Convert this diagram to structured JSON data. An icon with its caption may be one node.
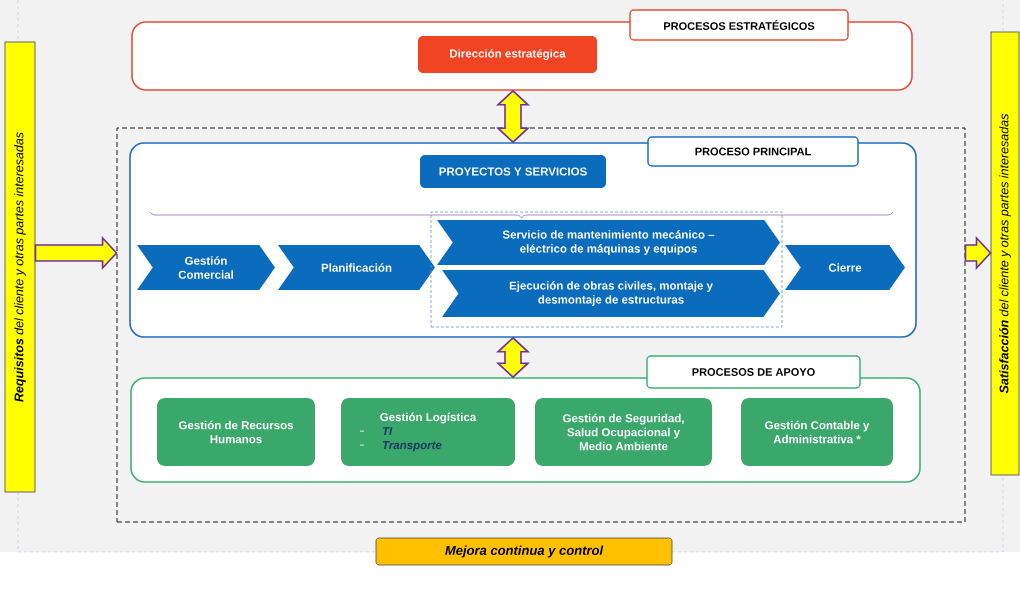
{
  "diagram": {
    "nodes": [
      {
        "text": [
          "**Requisitos** del cliente y otras partes interesadas"
        ]
      },
      {
        "text": [
          "PROCESOS ESTRATÉGICOS"
        ]
      },
      {
        "text": [
          "Dirección estratégica"
        ],
        "in": 1
      },
      {
        "text": [],
        "shape": "box"
      },
      {
        "text": [
          "PROCESO PRINCIPAL"
        ],
        "in": 3
      },
      {
        "text": [
          "PROYECTOS Y SERVICIOS"
        ],
        "in": 4
      },
      {
        "text": [
          "Gestión Comercial"
        ],
        "in": 4
      },
      {
        "text": [
          "Planificación"
        ],
        "in": 4
      },
      {
        "text": [],
        "shape": "box",
        "in": 4
      },
      {
        "text": [
          "Servicio de mantenimiento mecánico – eléctrico de máquinas y equipos"
        ],
        "in": 8
      },
      {
        "text": [
          "Ejecución de obras civiles, montaje y desmontaje de estructuras"
        ],
        "in": 8
      },
      {
        "text": [
          "Cierre"
        ],
        "in": 4
      },
      {
        "text": [
          "PROCESOS DE APOYO"
        ],
        "in": 3
      },
      {
        "text": [
          "Gestión de Recursos Humanos"
        ],
        "in": 12
      },
      {
        "text": [
          "Gestión Logística",
          "TI",
          "Transporte"
        ],
        "in": 12
      },
      {
        "text": [
          "Gestión de Seguridad, Salud Ocupacional y Medio Ambiente"
        ],
        "in": 12
      },
      {
        "text": [
          "Gestión Contable y Administrativa *"
        ],
        "in": 12
      },
      {
        "text": [
          "**Satisfacción** del cliente y otras partes interesadas"
        ]
      },
      {
        "text": [
          "Mejora continua y control"
        ]
      }
    ],
    "edges": [
      {
        "from": 0,
        "to": 3,
        "arrow": "to"
      },
      {
        "from": 3,
        "to": 17,
        "arrow": "to"
      },
      {
        "from": 1,
        "to": 4,
        "arrow": "both"
      },
      {
        "from": 4,
        "to": 12,
        "arrow": "both"
      }
    ]
  }
}
